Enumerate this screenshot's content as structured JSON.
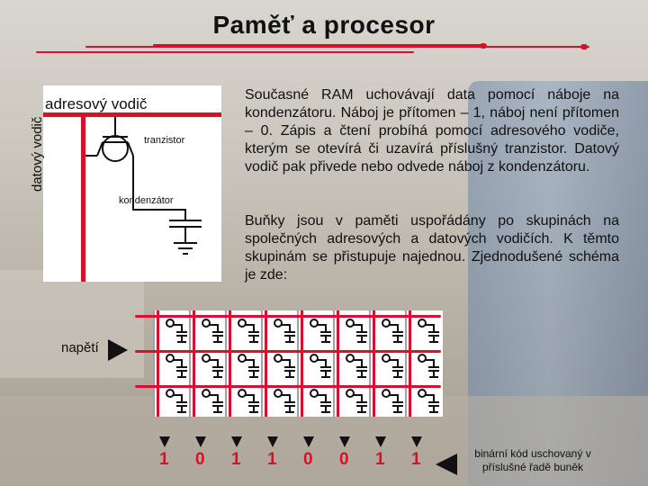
{
  "title": "Paměť a procesor",
  "diagram": {
    "address_line_label": "adresový vodič",
    "data_line_label": "datový vodič",
    "transistor_label": "tranzistor",
    "capacitor_label": "kondenzátor"
  },
  "paragraphs": [
    "Současné RAM uchovávají data pomocí náboje na kondenzátoru. Náboj je přítomen – 1, náboj není přítomen – 0. Zápis a čtení probíhá pomocí adresového vodiče, kterým se otevírá či uzavírá příslušný tranzistor. Datový vodič pak přivede nebo odvede náboj z kondenzátoru.",
    "Buňky jsou v paměti uspořádány po skupinách na společných adresových a datových vodičích. K těmto skupinám se přistupuje najednou. Zjednodušené schéma je zde:"
  ],
  "voltage_label": "napětí",
  "bits": [
    "1",
    "0",
    "1",
    "1",
    "0",
    "0",
    "1",
    "1"
  ],
  "footnote": "binární kód uschovaný v příslušné řadě buněk",
  "colors": {
    "accent": "#d4132a",
    "text": "#111111"
  }
}
